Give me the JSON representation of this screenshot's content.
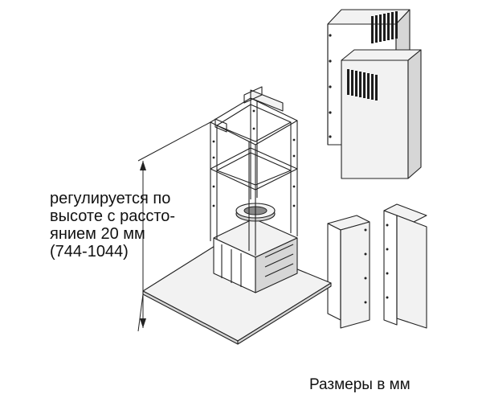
{
  "annotations": {
    "height_adjustment": {
      "line1": "регулируется по",
      "line2": "высоте с рассто-",
      "line3": "янием 20 мм",
      "line4": "(744-1044)"
    },
    "units": "Размеры в мм"
  }
}
